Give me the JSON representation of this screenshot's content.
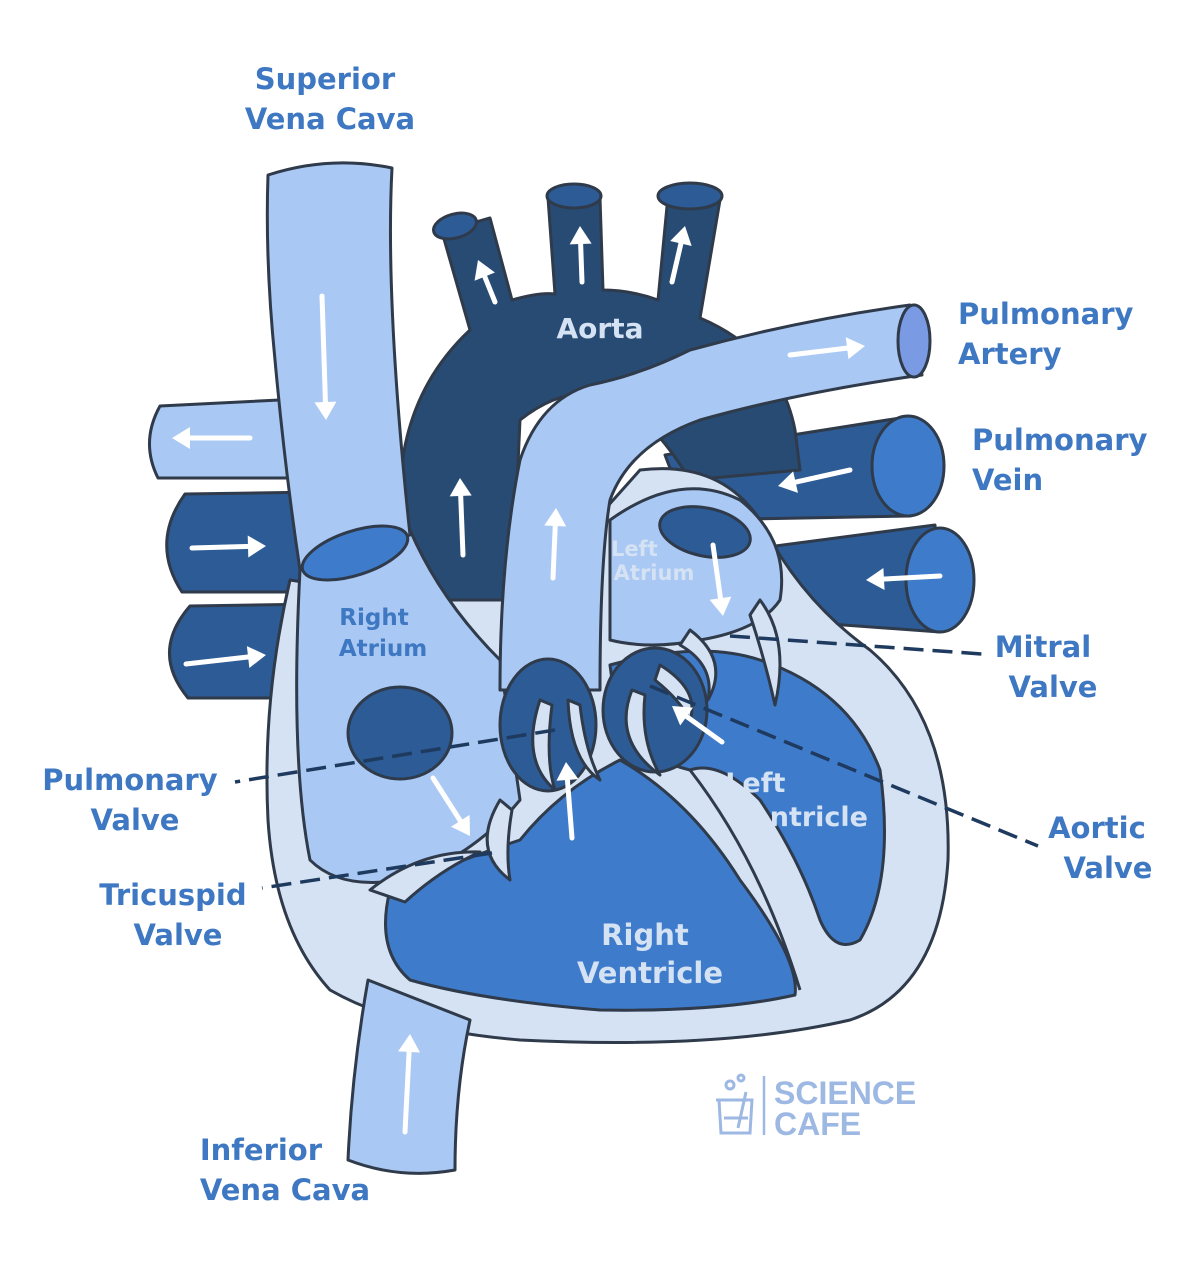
{
  "colors": {
    "outline": "#2f3a4a",
    "light_blue": "#a9c8f3",
    "pale_blue": "#d4e2f4",
    "mid_blue": "#3e7ccb",
    "dark_blue": "#2d5b95",
    "navy": "#284b74",
    "label_blue": "#3e77c2",
    "leader_line": "#1f3a5f",
    "arrow": "#ffffff",
    "logo": "#9db8e3"
  },
  "labels": {
    "superior_vena_cava": [
      "Superior",
      "Vena Cava"
    ],
    "aorta": [
      "Aorta"
    ],
    "pulmonary_artery": [
      "Pulmonary",
      "Artery"
    ],
    "pulmonary_vein": [
      "Pulmonary",
      "Vein"
    ],
    "left_atrium": [
      "Left",
      "Atrium"
    ],
    "right_atrium": [
      "Right",
      "Atrium"
    ],
    "mitral_valve": [
      "Mitral",
      "Valve"
    ],
    "pulmonary_valve": [
      "Pulmonary",
      "Valve"
    ],
    "left_ventricle": [
      "Left",
      "Ventricle"
    ],
    "aortic_valve": [
      "Aortic",
      "Valve"
    ],
    "tricuspid_valve": [
      "Tricuspid",
      "Valve"
    ],
    "right_ventricle": [
      "Right",
      "Ventricle"
    ],
    "inferior_vena_cava": [
      "Inferior",
      "Vena Cava"
    ]
  },
  "logo": {
    "line1": "SCIENCE",
    "line2": "CAFE",
    "icon": "beaker-icon"
  }
}
